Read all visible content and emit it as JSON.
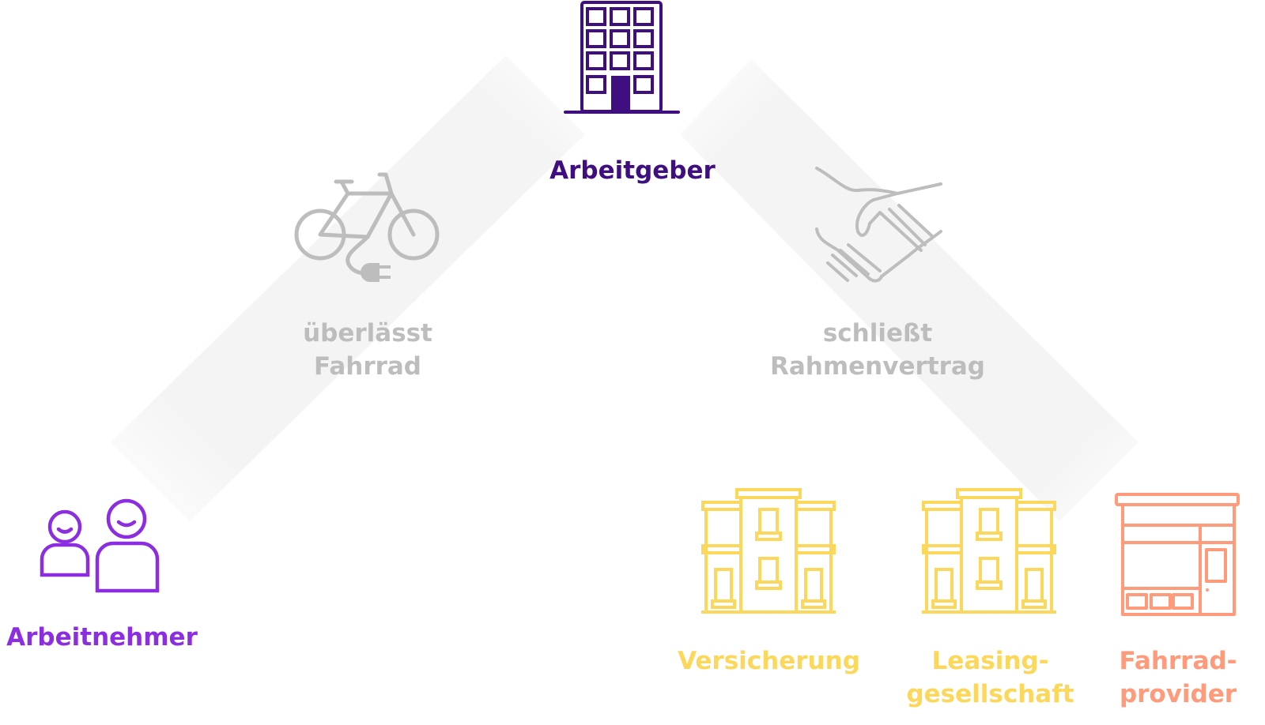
{
  "nodes": {
    "employer": {
      "label": "Arbeitgeber",
      "icon": "office-building-icon",
      "color": "#3f0f80"
    },
    "employee": {
      "label": "Arbeitnehmer",
      "icon": "people-icon",
      "color": "#8b2ee0"
    },
    "insurance": {
      "label": "Versicherung",
      "icon": "building-icon",
      "color": "#fbd75b"
    },
    "leasing": {
      "line1": "Leasing-",
      "line2": "gesellschaft",
      "icon": "building-icon",
      "color": "#fbd75b"
    },
    "provider": {
      "line1": "Fahrrad-",
      "line2": "provider",
      "icon": "shop-icon",
      "color": "#ff9a7a"
    }
  },
  "relations": {
    "left": {
      "line1": "überlässt",
      "line2": "Fahrrad",
      "icon": "ebike-icon",
      "color": "#bdbdbd"
    },
    "right": {
      "line1": "schließt",
      "line2": "Rahmenvertrag",
      "icon": "handshake-icon",
      "color": "#bdbdbd"
    }
  }
}
